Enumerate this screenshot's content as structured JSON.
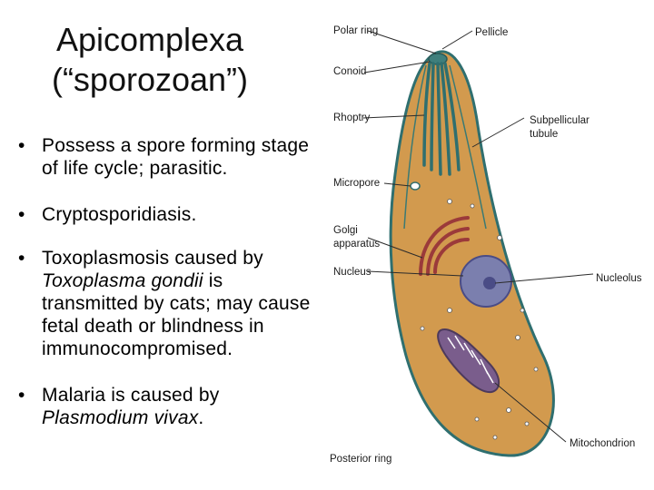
{
  "slide": {
    "title_line1": "Apicomplexa",
    "title_line2": "(“sporozoan”)",
    "bullets": [
      {
        "text": "Possess a spore forming stage of life cycle; parasitic."
      },
      {
        "text": "Cryptosporidiasis."
      },
      {
        "pre": "Toxoplasmosis caused by ",
        "italic": "Toxoplasma gondii",
        "post": " is transmitted by cats; may cause fetal death or blindness in immunocompromised."
      },
      {
        "pre": "Malaria is caused by ",
        "italic": "Plasmodium vivax",
        "post": "."
      }
    ]
  },
  "diagram": {
    "labels": {
      "polar_ring": "Polar ring",
      "pellicle": "Pellicle",
      "conoid": "Conoid",
      "rhoptry": "Rhoptry",
      "subpellicular_tubule_1": "Subpellicular",
      "subpellicular_tubule_2": "tubule",
      "micropore": "Micropore",
      "golgi_1": "Golgi",
      "golgi_2": "apparatus",
      "nucleus": "Nucleus",
      "nucleolus": "Nucleolus",
      "posterior_ring": "Posterior ring",
      "mitochondrion": "Mitochondrion"
    },
    "colors": {
      "cell_fill": "#d29a4e",
      "cell_outline": "#2f6f6f",
      "rhoptry": "#2f6f6f",
      "golgi": "#9b3a3a",
      "nucleus": "#7b7fae",
      "nucleolus": "#4a4c86",
      "mitochondrion": "#7a5d8c"
    }
  }
}
